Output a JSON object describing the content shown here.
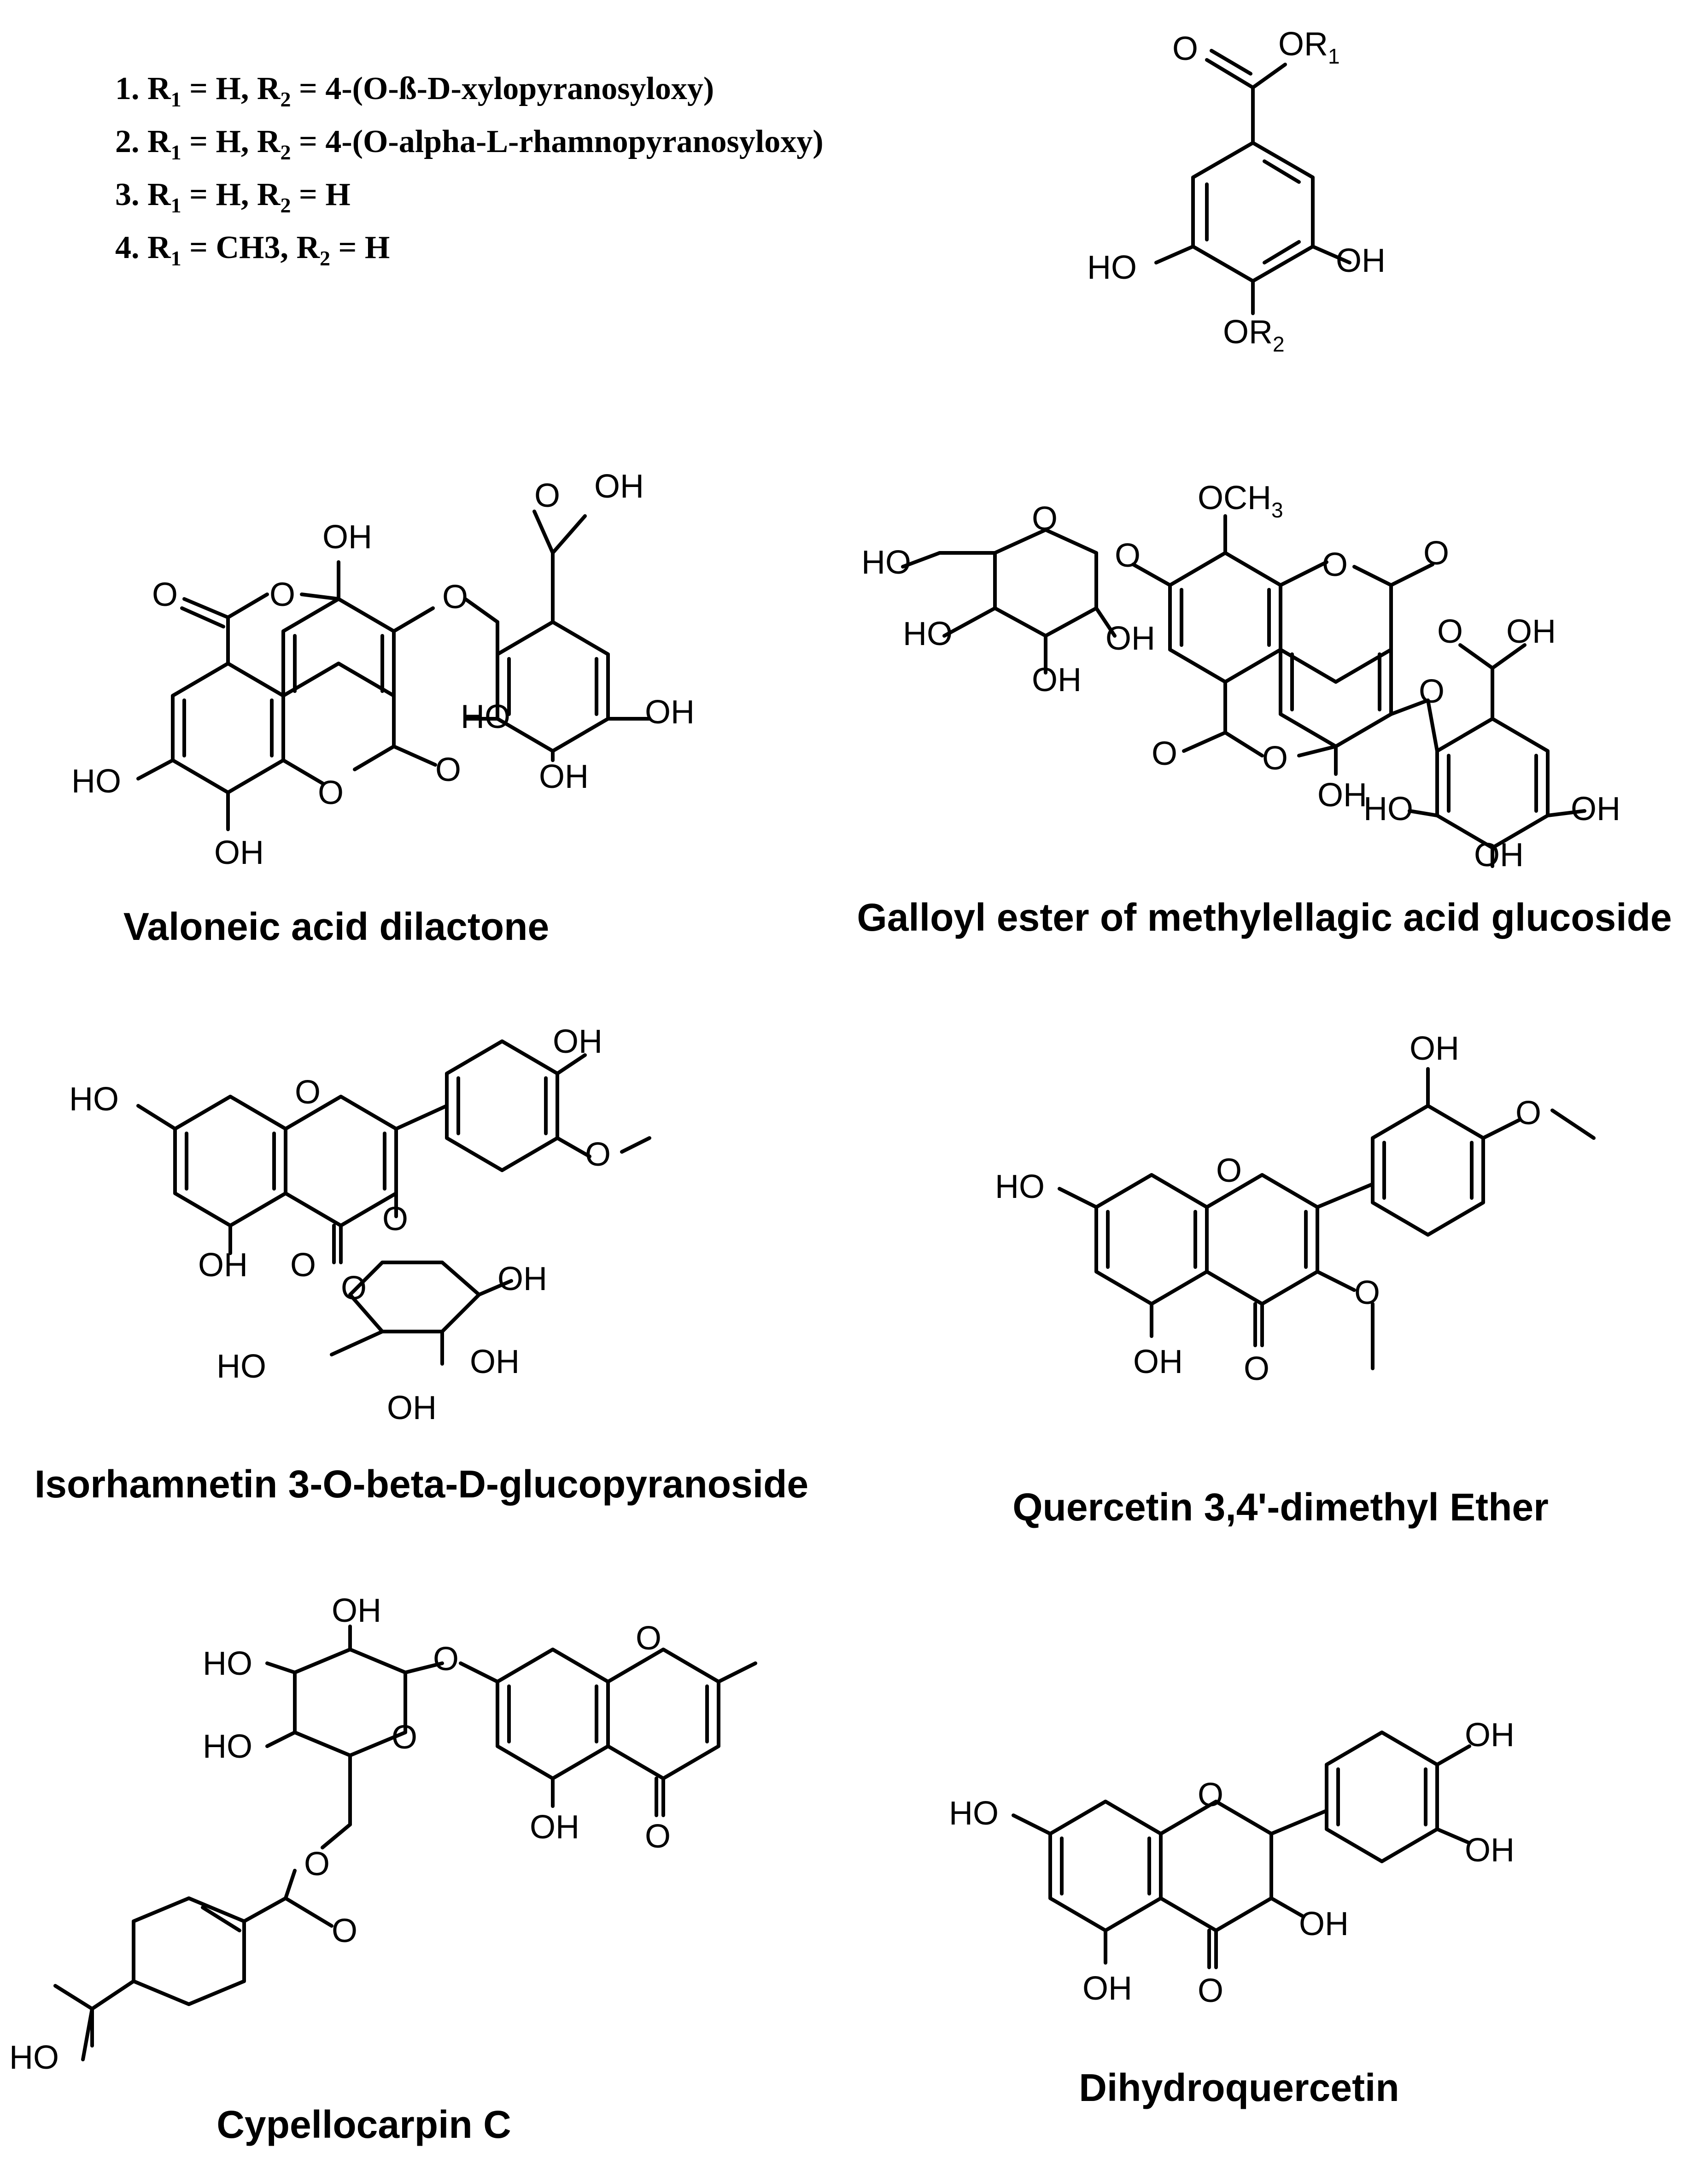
{
  "legend": [
    {
      "num": "1.",
      "r1": "H",
      "r2": "4-(O-ß-D-xylopyranosyloxy)"
    },
    {
      "num": "2.",
      "r1": "H",
      "r2": "4-(O-alpha-L-rhamnopyranosyloxy)"
    },
    {
      "num": "3.",
      "r1": "H",
      "r2": "H"
    },
    {
      "num": "4.",
      "r1": "CH3",
      "r2": "H"
    }
  ],
  "captions": {
    "valoneic": "Valoneic acid dilactone",
    "galloyl": "Galloyl ester of methylellagic acid glucoside",
    "isorhamnetin": "Isorhamnetin 3-O-beta-D-glucopyranoside",
    "quercetin": "Quercetin 3,4'-dimethyl Ether",
    "cypellocarpin": "Cypellocarpin C",
    "dihydroquercetin": "Dihydroquercetin"
  }
}
